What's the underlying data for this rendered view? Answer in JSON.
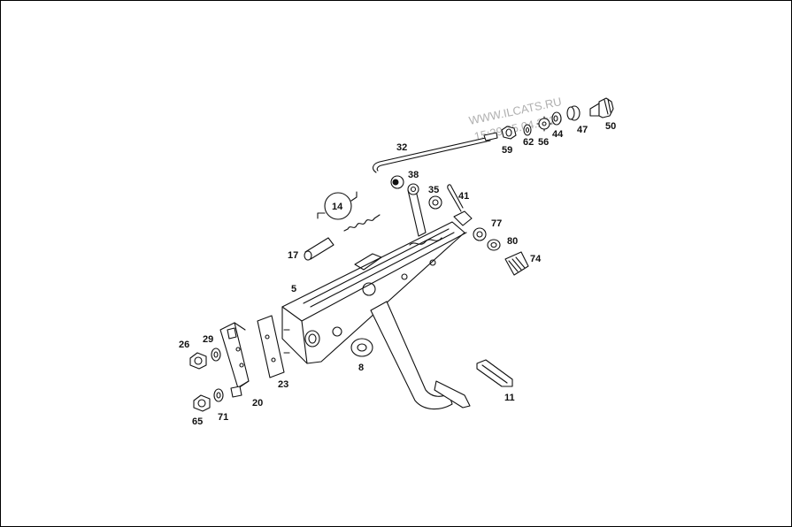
{
  "watermark": {
    "line1": "WWW.ILCATS.RU",
    "line2": "15:29 05.04.2020"
  },
  "callouts": [
    {
      "id": "c50",
      "text": "50"
    },
    {
      "id": "c47",
      "text": "47"
    },
    {
      "id": "c44",
      "text": "44"
    },
    {
      "id": "c56",
      "text": "56"
    },
    {
      "id": "c62",
      "text": "62"
    },
    {
      "id": "c59",
      "text": "59"
    },
    {
      "id": "c32",
      "text": "32"
    },
    {
      "id": "c38",
      "text": "38"
    },
    {
      "id": "c35",
      "text": "35"
    },
    {
      "id": "c41",
      "text": "41"
    },
    {
      "id": "c14",
      "text": "14"
    },
    {
      "id": "c17",
      "text": "17"
    },
    {
      "id": "c77",
      "text": "77"
    },
    {
      "id": "c80",
      "text": "80"
    },
    {
      "id": "c74",
      "text": "74"
    },
    {
      "id": "c5",
      "text": "5"
    },
    {
      "id": "c26",
      "text": "26"
    },
    {
      "id": "c29",
      "text": "29"
    },
    {
      "id": "c8",
      "text": "8"
    },
    {
      "id": "c23",
      "text": "23"
    },
    {
      "id": "c20",
      "text": "20"
    },
    {
      "id": "c11",
      "text": "11"
    },
    {
      "id": "c65",
      "text": "65"
    },
    {
      "id": "c71",
      "text": "71"
    }
  ]
}
